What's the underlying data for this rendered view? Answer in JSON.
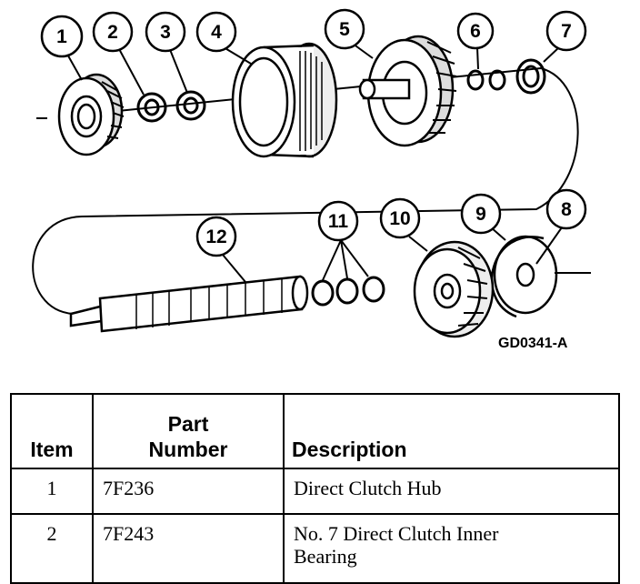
{
  "diagram": {
    "callouts": [
      "1",
      "2",
      "3",
      "4",
      "5",
      "6",
      "7",
      "8",
      "9",
      "10",
      "11",
      "12"
    ],
    "figure_id": "GD0341-A"
  },
  "table": {
    "headers": {
      "item": "Item",
      "part_line1": "Part",
      "part_line2": "Number",
      "description": "Description"
    },
    "rows": [
      {
        "item": "1",
        "part_number": "7F236",
        "description": "Direct Clutch Hub"
      },
      {
        "item": "2",
        "part_number": "7F243",
        "description_line1": "No. 7 Direct Clutch Inner",
        "description_line2": "Bearing"
      }
    ]
  }
}
